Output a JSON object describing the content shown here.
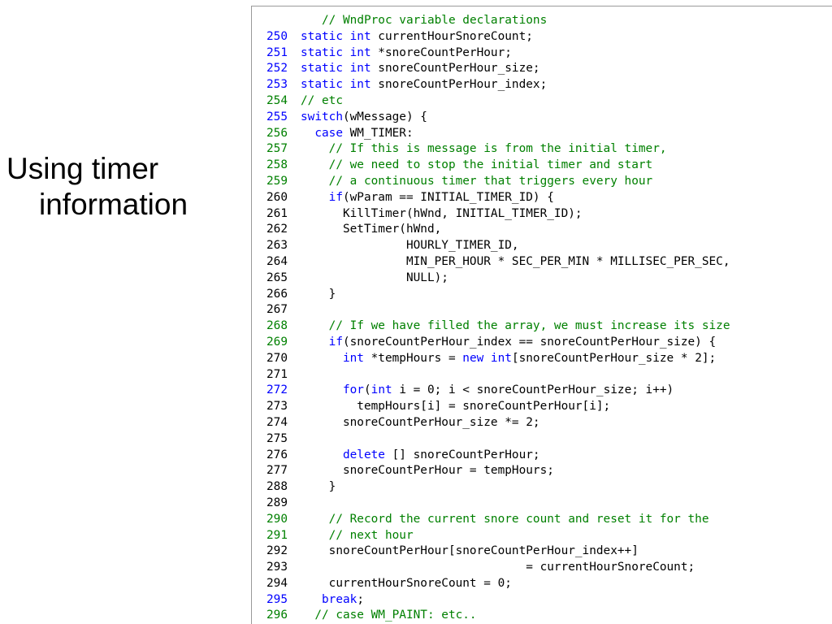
{
  "slide": {
    "title_line1": "Using timer",
    "title_line2": "information"
  },
  "colors": {
    "comment": "#008000",
    "keyword": "#0000ff",
    "line_number_comment": "#008000",
    "line_number_keyword": "#0000ff",
    "text": "#000000"
  },
  "code_lines": [
    {
      "num": "",
      "type": "comment",
      "tokens": [
        {
          "t": "   "
        },
        {
          "c": "comment",
          "t": "// WndProc variable declarations"
        }
      ]
    },
    {
      "num": "250",
      "type": "keyword",
      "tokens": [
        {
          "c": "keyword",
          "t": "static int"
        },
        {
          "t": " currentHourSnoreCount;"
        }
      ]
    },
    {
      "num": "251",
      "type": "keyword",
      "tokens": [
        {
          "c": "keyword",
          "t": "static int"
        },
        {
          "t": " *snoreCountPerHour;"
        }
      ]
    },
    {
      "num": "252",
      "type": "keyword",
      "tokens": [
        {
          "c": "keyword",
          "t": "static int"
        },
        {
          "t": " snoreCountPerHour_size;"
        }
      ]
    },
    {
      "num": "253",
      "type": "keyword",
      "tokens": [
        {
          "c": "keyword",
          "t": "static int"
        },
        {
          "t": " snoreCountPerHour_index;"
        }
      ]
    },
    {
      "num": "254",
      "type": "comment",
      "tokens": [
        {
          "c": "comment",
          "t": "// etc"
        }
      ]
    },
    {
      "num": "255",
      "type": "keyword",
      "tokens": [
        {
          "c": "keyword",
          "t": "switch"
        },
        {
          "t": "(wMessage) {"
        }
      ]
    },
    {
      "num": "256",
      "type": "comment",
      "tokens": [
        {
          "t": "  "
        },
        {
          "c": "keyword",
          "t": "case"
        },
        {
          "t": " WM_TIMER:"
        }
      ]
    },
    {
      "num": "257",
      "type": "comment",
      "tokens": [
        {
          "t": "    "
        },
        {
          "c": "comment",
          "t": "// If this is message is from the initial timer,"
        }
      ]
    },
    {
      "num": "258",
      "type": "comment",
      "tokens": [
        {
          "t": "    "
        },
        {
          "c": "comment",
          "t": "// we need to stop the initial timer and start"
        }
      ]
    },
    {
      "num": "259",
      "type": "comment",
      "tokens": [
        {
          "t": "    "
        },
        {
          "c": "comment",
          "t": "// a continuous timer that triggers every hour"
        }
      ]
    },
    {
      "num": "260",
      "type": "plain",
      "tokens": [
        {
          "t": "    "
        },
        {
          "c": "keyword",
          "t": "if"
        },
        {
          "t": "(wParam == INITIAL_TIMER_ID) {"
        }
      ]
    },
    {
      "num": "261",
      "type": "plain",
      "tokens": [
        {
          "t": "      KillTimer(hWnd, INITIAL_TIMER_ID);"
        }
      ]
    },
    {
      "num": "262",
      "type": "plain",
      "tokens": [
        {
          "t": "      SetTimer(hWnd,"
        }
      ]
    },
    {
      "num": "263",
      "type": "plain",
      "tokens": [
        {
          "t": "               HOURLY_TIMER_ID,"
        }
      ]
    },
    {
      "num": "264",
      "type": "plain",
      "tokens": [
        {
          "t": "               MIN_PER_HOUR * SEC_PER_MIN * MILLISEC_PER_SEC,"
        }
      ]
    },
    {
      "num": "265",
      "type": "plain",
      "tokens": [
        {
          "t": "               NULL);"
        }
      ]
    },
    {
      "num": "266",
      "type": "plain",
      "tokens": [
        {
          "t": "    }"
        }
      ]
    },
    {
      "num": "267",
      "type": "plain",
      "tokens": [
        {
          "t": ""
        }
      ]
    },
    {
      "num": "268",
      "type": "comment",
      "tokens": [
        {
          "t": "    "
        },
        {
          "c": "comment",
          "t": "// If we have filled the array, we must increase its size"
        }
      ]
    },
    {
      "num": "269",
      "type": "comment",
      "tokens": [
        {
          "t": "    "
        },
        {
          "c": "keyword",
          "t": "if"
        },
        {
          "t": "(snoreCountPerHour_index == snoreCountPerHour_size) {"
        }
      ]
    },
    {
      "num": "270",
      "type": "plain",
      "tokens": [
        {
          "t": "      "
        },
        {
          "c": "keyword",
          "t": "int"
        },
        {
          "t": " *tempHours = "
        },
        {
          "c": "keyword",
          "t": "new int"
        },
        {
          "t": "[snoreCountPerHour_size * 2];"
        }
      ]
    },
    {
      "num": "271",
      "type": "plain",
      "tokens": [
        {
          "t": ""
        }
      ]
    },
    {
      "num": "272",
      "type": "keyword",
      "tokens": [
        {
          "t": "      "
        },
        {
          "c": "keyword",
          "t": "for"
        },
        {
          "t": "("
        },
        {
          "c": "keyword",
          "t": "int"
        },
        {
          "t": " i = 0; i < snoreCountPerHour_size; i++)"
        }
      ]
    },
    {
      "num": "273",
      "type": "plain",
      "tokens": [
        {
          "t": "        tempHours[i] = snoreCountPerHour[i];"
        }
      ]
    },
    {
      "num": "274",
      "type": "plain",
      "tokens": [
        {
          "t": "      snoreCountPerHour_size *= 2;"
        }
      ]
    },
    {
      "num": "275",
      "type": "plain",
      "tokens": [
        {
          "t": ""
        }
      ]
    },
    {
      "num": "276",
      "type": "plain",
      "tokens": [
        {
          "t": "      "
        },
        {
          "c": "keyword",
          "t": "delete"
        },
        {
          "t": " [] snoreCountPerHour;"
        }
      ]
    },
    {
      "num": "277",
      "type": "plain",
      "tokens": [
        {
          "t": "      snoreCountPerHour = tempHours;"
        }
      ]
    },
    {
      "num": "288",
      "type": "plain",
      "tokens": [
        {
          "t": "    }"
        }
      ]
    },
    {
      "num": "289",
      "type": "plain",
      "tokens": [
        {
          "t": ""
        }
      ]
    },
    {
      "num": "290",
      "type": "comment",
      "tokens": [
        {
          "t": "    "
        },
        {
          "c": "comment",
          "t": "// Record the current snore count and reset it for the"
        }
      ]
    },
    {
      "num": "291",
      "type": "comment",
      "tokens": [
        {
          "t": "    "
        },
        {
          "c": "comment",
          "t": "// next hour"
        }
      ]
    },
    {
      "num": "292",
      "type": "plain",
      "tokens": [
        {
          "t": "    snoreCountPerHour[snoreCountPerHour_index++]"
        }
      ]
    },
    {
      "num": "293",
      "type": "plain",
      "tokens": [
        {
          "t": "                                = currentHourSnoreCount;"
        }
      ]
    },
    {
      "num": "294",
      "type": "plain",
      "tokens": [
        {
          "t": "    currentHourSnoreCount = 0;"
        }
      ]
    },
    {
      "num": "295",
      "type": "keyword",
      "tokens": [
        {
          "t": "   "
        },
        {
          "c": "keyword",
          "t": "break"
        },
        {
          "t": ";"
        }
      ]
    },
    {
      "num": "296",
      "type": "comment",
      "tokens": [
        {
          "t": "  "
        },
        {
          "c": "comment",
          "t": "// case WM_PAINT: etc.."
        }
      ]
    }
  ]
}
